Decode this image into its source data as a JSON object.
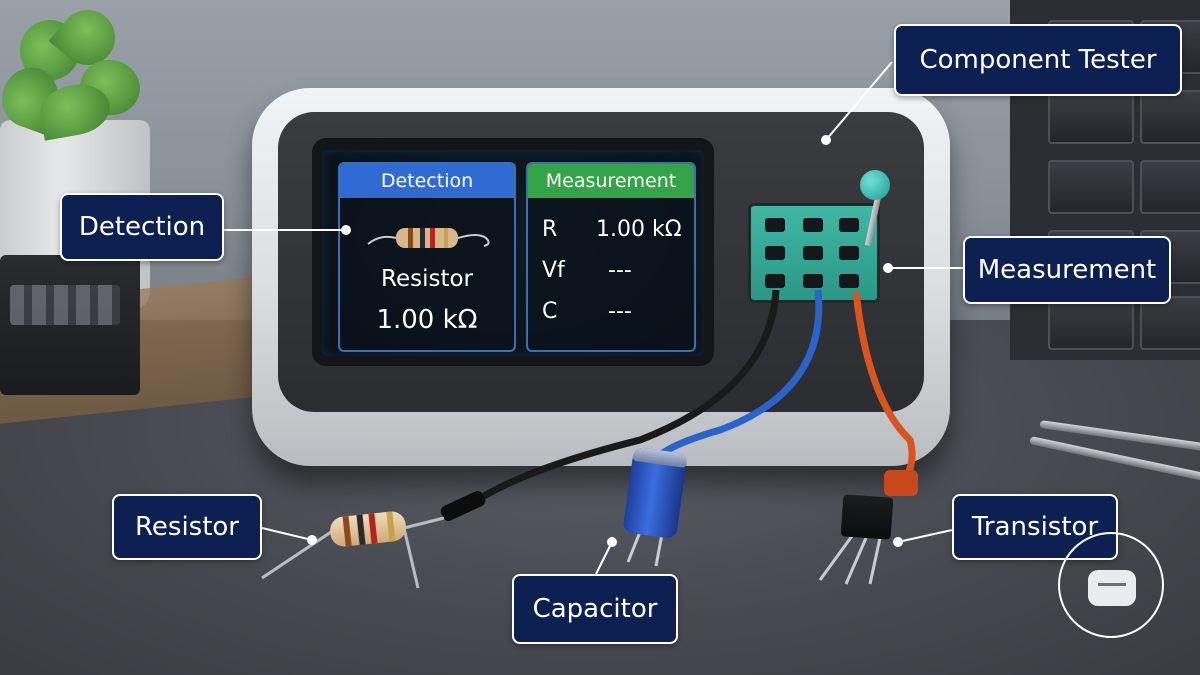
{
  "screen": {
    "detection_title": "Detection",
    "measurement_title": "Measurement",
    "component_type": "Resistor",
    "component_value": "1.00 kΩ",
    "rows": [
      {
        "label": "R",
        "value": "1.00 kΩ"
      },
      {
        "label": "Vf",
        "value": "---"
      },
      {
        "label": "C",
        "value": "---"
      }
    ]
  },
  "callouts": {
    "component_tester": "Component Tester",
    "detection": "Detection",
    "measurement": "Measurement",
    "resistor": "Resistor",
    "capacitor": "Capacitor",
    "transistor": "Transistor"
  },
  "colors": {
    "callout_bg": "#0c2152",
    "detection_header": "#2f6bd3",
    "measurement_header": "#33a447",
    "socket": "#3fb7a4",
    "wire_black": "#1a1a1a",
    "wire_blue": "#2a63c9",
    "wire_red": "#d8551f"
  },
  "icons": {
    "watermark": "robot-icon"
  }
}
